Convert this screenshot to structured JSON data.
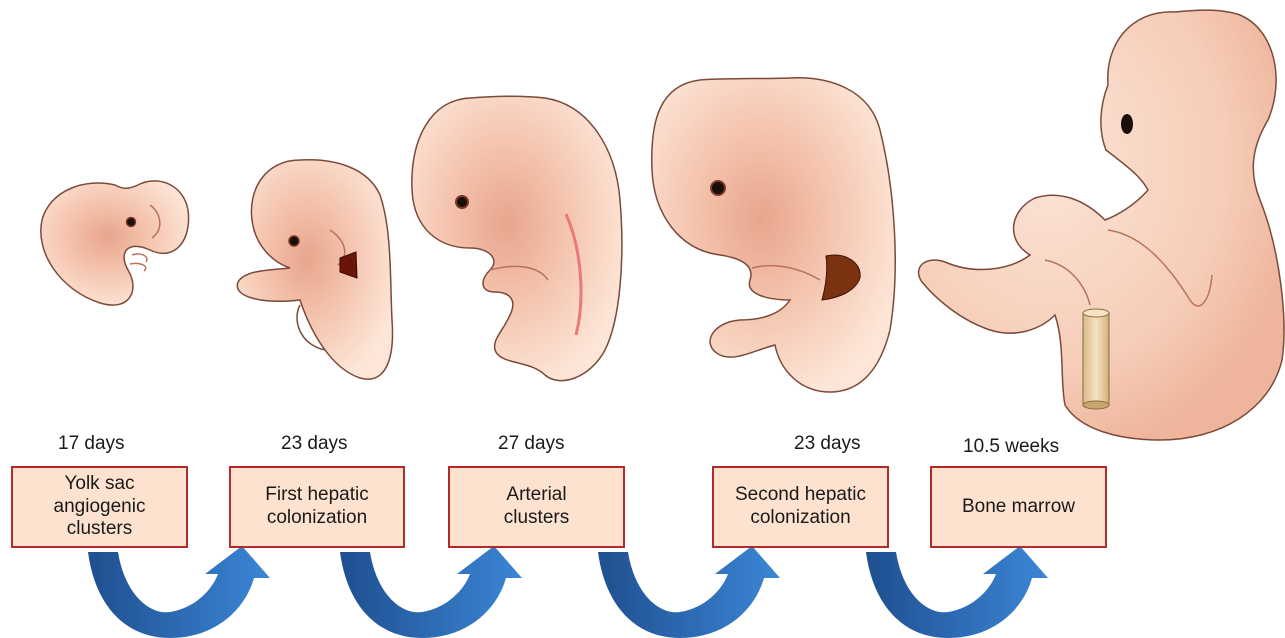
{
  "stages": [
    {
      "time": "17 days",
      "site": "Yolk sac\nangiogenic\nclusters"
    },
    {
      "time": "23 days",
      "site": "First hepatic\ncolonization"
    },
    {
      "time": "27 days",
      "site": "Arterial\nclusters"
    },
    {
      "time": "23 days",
      "site": "Second hepatic\ncolonization"
    },
    {
      "time": "10.5 weeks",
      "site": "Bone marrow"
    }
  ],
  "colors": {
    "skin_light": "#fbe1d2",
    "skin_mid": "#f1b9a1",
    "skin_dark": "#d98a73",
    "outline": "#7a4a3a",
    "liver": "#7a2a10",
    "box_fill": "#fde3cf",
    "box_border": "#b22a2a",
    "arrow": "#2d6db5"
  },
  "icons": [
    "embryo-icon",
    "liver-icon",
    "bone-icon",
    "curved-arrow-icon"
  ]
}
